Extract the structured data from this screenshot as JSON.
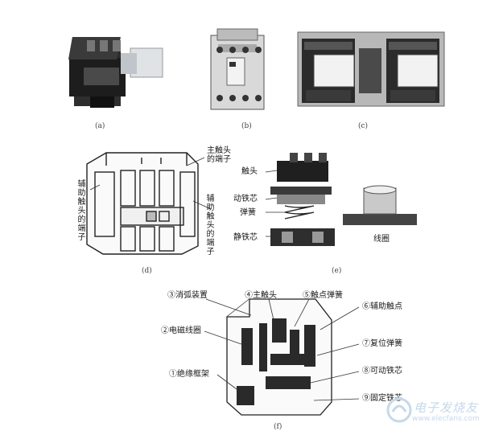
{
  "captions": {
    "a": "(a)",
    "b": "(b)",
    "c": "(c)",
    "d": "(d)",
    "e": "(e)",
    "f": "(f)"
  },
  "panel_d": {
    "main_contact_terminal": "主触头的端子",
    "aux_contact_terminal_left": "辅助触头的端子",
    "aux_contact_terminal_right": "辅助触头的端子"
  },
  "panel_e": {
    "contact": "触头",
    "moving_core": "动铁芯",
    "spring": "弹簧",
    "static_core": "静铁芯",
    "coil": "线圈"
  },
  "panel_f": {
    "arc_device": "③消弧装置",
    "main_contact": "④主触头",
    "contact_spring": "⑤触点弹簧",
    "aux_contact": "⑥辅助触点",
    "em_coil": "②电磁线圈",
    "return_spring": "⑦复位弹簧",
    "movable_core": "⑧可动铁芯",
    "frame": "①绝缘框架",
    "fixed_core": "⑨固定铁芯"
  },
  "watermark": "电子发烧友",
  "watermark_url": "www.elecfans.com"
}
